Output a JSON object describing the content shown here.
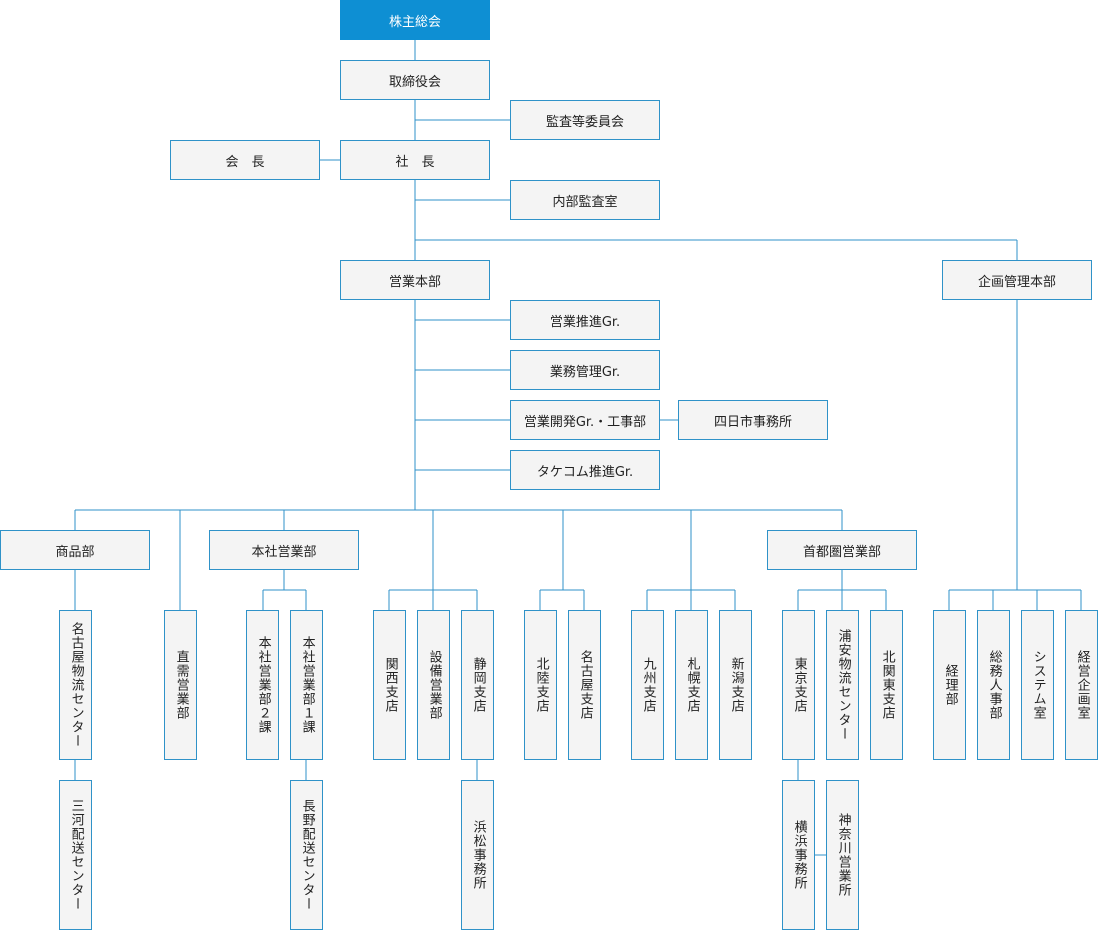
{
  "org": {
    "shareholders": "株主総会",
    "board": "取締役会",
    "audit_committee": "監査等委員会",
    "chairman": "会　長",
    "president": "社　長",
    "internal_audit": "内部監査室",
    "sales_hq": "営業本部",
    "planning_hq": "企画管理本部",
    "sales_promo": "営業推進Gr.",
    "business_mgmt": "業務管理Gr.",
    "sales_dev": "営業開発Gr.・工事部",
    "yokkaichi": "四日市事務所",
    "takecom": "タケコム推進Gr.",
    "goods": "商品部",
    "honsha_sales": "本社営業部",
    "shuto_sales": "首都圏営業部",
    "nagoya_logistics": "名古屋物流センター",
    "mikawa": "三河配送センター",
    "direct_demand": "直需営業部",
    "honsha_2": "本社営業部２課",
    "honsha_1": "本社営業部１課",
    "nagano": "長野配送センター",
    "kansai": "関西支店",
    "equipment": "設備営業部",
    "shizuoka": "静岡支店",
    "hamamatsu": "浜松事務所",
    "hokuriku": "北陸支店",
    "nagoya_branch": "名古屋支店",
    "kyushu": "九州支店",
    "sapporo": "札幌支店",
    "niigata": "新潟支店",
    "tokyo": "東京支店",
    "urayasu": "浦安物流センター",
    "kitakanto": "北関東支店",
    "yokohama": "横浜事務所",
    "kanagawa": "神奈川営業所",
    "accounting": "経理部",
    "general_affairs": "総務人事部",
    "system": "システム室",
    "mgmt_planning": "経営企画室"
  }
}
